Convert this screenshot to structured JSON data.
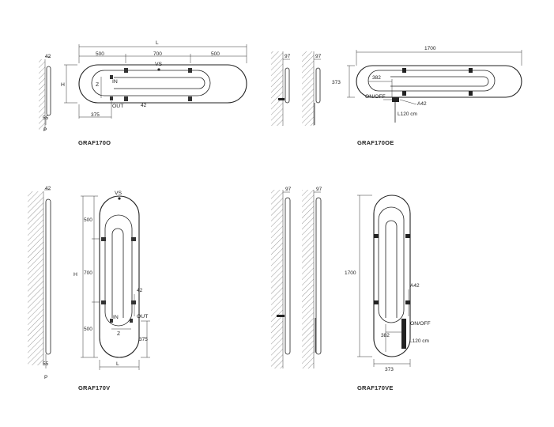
{
  "captions": {
    "graf170o": "GRAF170O",
    "graf170oe": "GRAF170OE",
    "graf170v": "GRAF170V",
    "graf170ve": "GRAF170VE"
  },
  "graf170o": {
    "dim_L": "L",
    "dim_500a": "500",
    "dim_700": "700",
    "dim_500b": "500",
    "vs": "VS",
    "in": "IN",
    "out": "OUT",
    "h": "H",
    "z": "Z",
    "dim_42_side": "42",
    "dim_42_pipe": "42",
    "dim_375": "375",
    "dim_55": "55",
    "p": "P"
  },
  "graf170oe": {
    "dim_1700": "1700",
    "dim_97a": "97",
    "dim_97b": "97",
    "dim_373": "373",
    "dim_382": "382",
    "on_off": "ON/OFF",
    "a42": "A42",
    "l120": "L120 cm"
  },
  "graf170v": {
    "dim_42_side": "42",
    "vs": "VS",
    "dim_500a": "500",
    "dim_700": "700",
    "dim_500b": "500",
    "h": "H",
    "dim_42_pipe": "42",
    "in": "IN",
    "out": "OUT",
    "z": "Z",
    "dim_375": "375",
    "l": "L",
    "dim_55": "55",
    "p": "P"
  },
  "graf170ve": {
    "dim_97a": "97",
    "dim_97b": "97",
    "dim_1700": "1700",
    "a42": "A42",
    "on_off": "ON/OFF",
    "dim_382": "382",
    "l120": "L120 cm",
    "dim_373": "373"
  }
}
